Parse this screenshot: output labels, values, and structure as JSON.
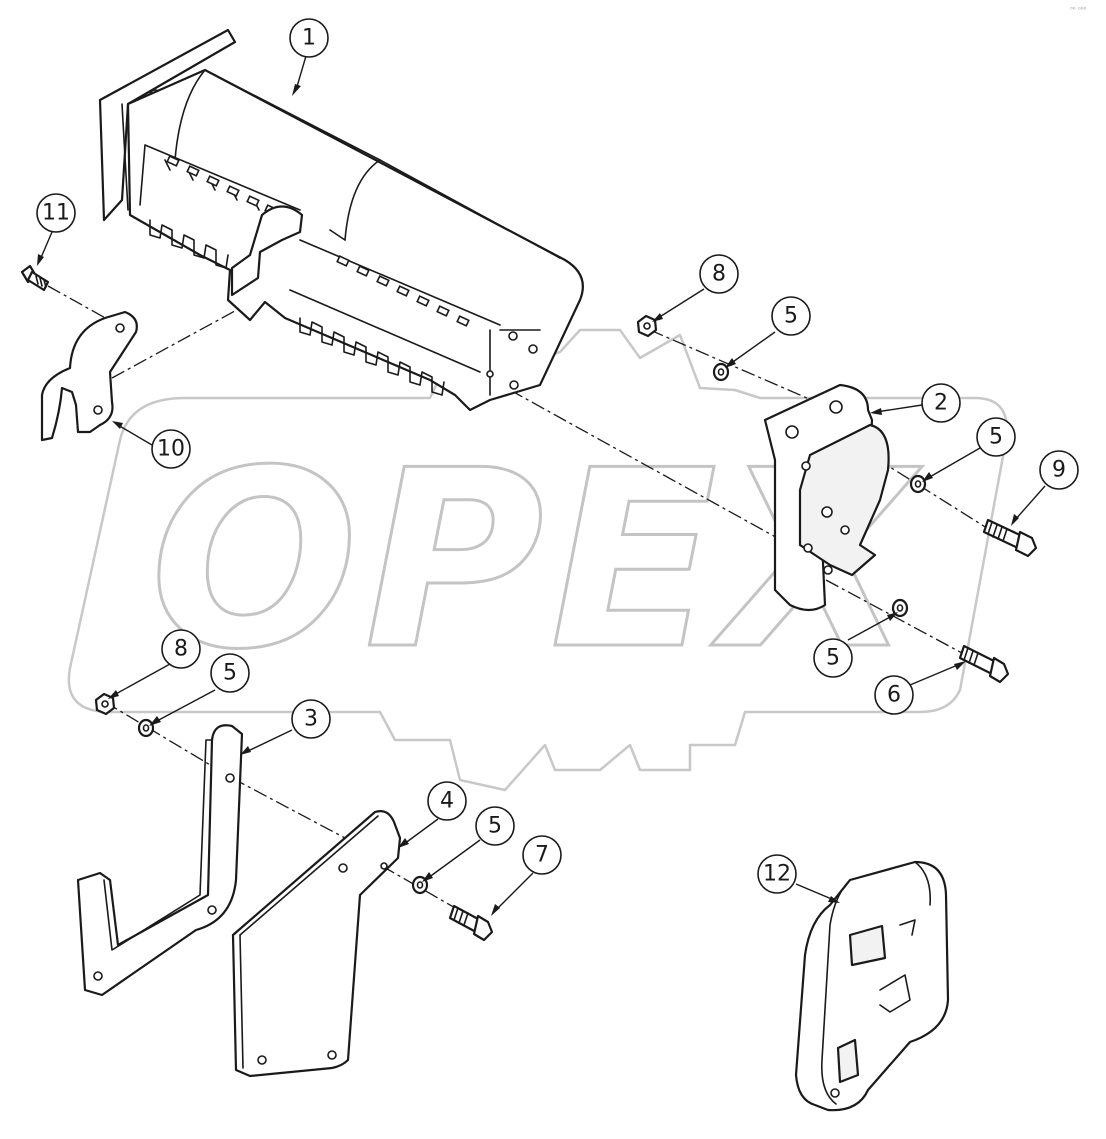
{
  "watermark": {
    "text": "OPEX"
  },
  "corner_mark": "⁰⁰ ⁰⁰⁰",
  "callouts": [
    {
      "id": "c1",
      "label": "1"
    },
    {
      "id": "c2",
      "label": "2"
    },
    {
      "id": "c3",
      "label": "3"
    },
    {
      "id": "c4",
      "label": "4"
    },
    {
      "id": "c5a",
      "label": "5"
    },
    {
      "id": "c5b",
      "label": "5"
    },
    {
      "id": "c5c",
      "label": "5"
    },
    {
      "id": "c5d",
      "label": "5"
    },
    {
      "id": "c5e",
      "label": "5"
    },
    {
      "id": "c6",
      "label": "6"
    },
    {
      "id": "c7",
      "label": "7"
    },
    {
      "id": "c8a",
      "label": "8"
    },
    {
      "id": "c8b",
      "label": "8"
    },
    {
      "id": "c9",
      "label": "9"
    },
    {
      "id": "c10",
      "label": "10"
    },
    {
      "id": "c11",
      "label": "11"
    },
    {
      "id": "c12",
      "label": "12"
    }
  ],
  "colors": {
    "line": "#1a1a1a",
    "watermark": "#c4c4c4",
    "background": "#ffffff"
  }
}
